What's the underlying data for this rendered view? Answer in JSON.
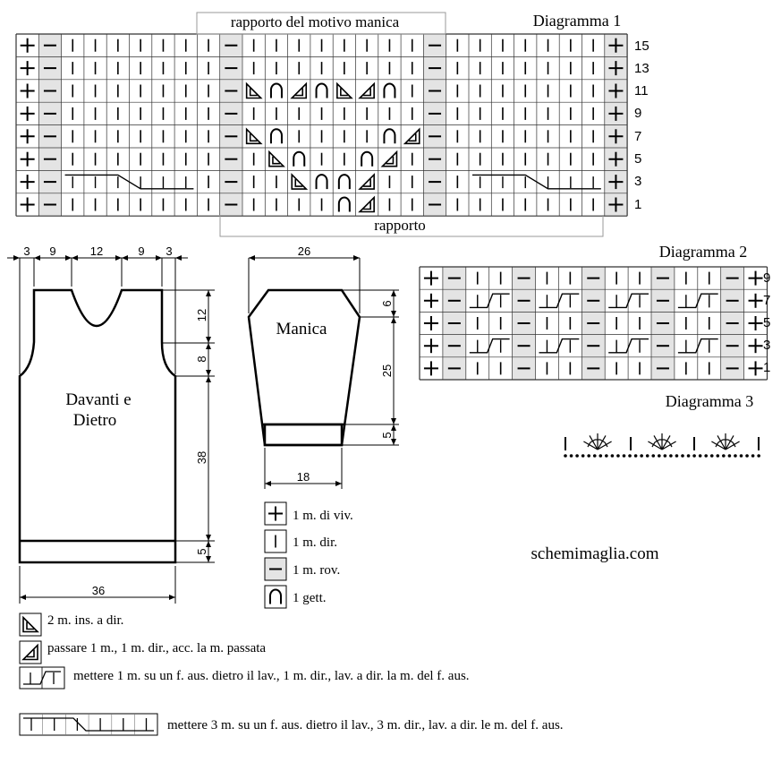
{
  "diagram1": {
    "title": "Diagramma 1",
    "top_label": "rapporto del motivo manica",
    "bottom_label": "rapporto",
    "row_numbers": [
      "15",
      "13",
      "11",
      "9",
      "7",
      "5",
      "3",
      "1"
    ]
  },
  "diagram2": {
    "title": "Diagramma 2",
    "row_numbers": [
      "9",
      "7",
      "5",
      "3",
      "1"
    ]
  },
  "diagram3": {
    "title": "Diagramma 3"
  },
  "front_back": {
    "label_line1": "Davanti e",
    "label_line2": "Dietro",
    "dim_top": [
      "3",
      "9",
      "12",
      "9",
      "3"
    ],
    "dim_right": [
      "12",
      "8",
      "38",
      "5"
    ],
    "dim_bottom": "36"
  },
  "sleeve": {
    "label": "Manica",
    "dim_top": "26",
    "dim_right": [
      "6",
      "25",
      "5"
    ],
    "dim_bottom": "18"
  },
  "legend": {
    "edge": "1 m. di viv.",
    "knit": "1 m. dir.",
    "purl": "1 m. rov.",
    "yo": "1 gett.",
    "k2tog": "2 m. ins. a dir.",
    "skp": "passare 1 m., 1 m. dir., acc. la m. passata",
    "cable1": "mettere 1 m. su un f. aus. dietro il lav., 1 m. dir., lav. a dir. la m. del f. aus.",
    "cable3": "mettere 3 m. su un f. aus. dietro il lav., 3 m. dir., lav. a dir. le m. del f. aus."
  },
  "website": "schemimaglia.com"
}
